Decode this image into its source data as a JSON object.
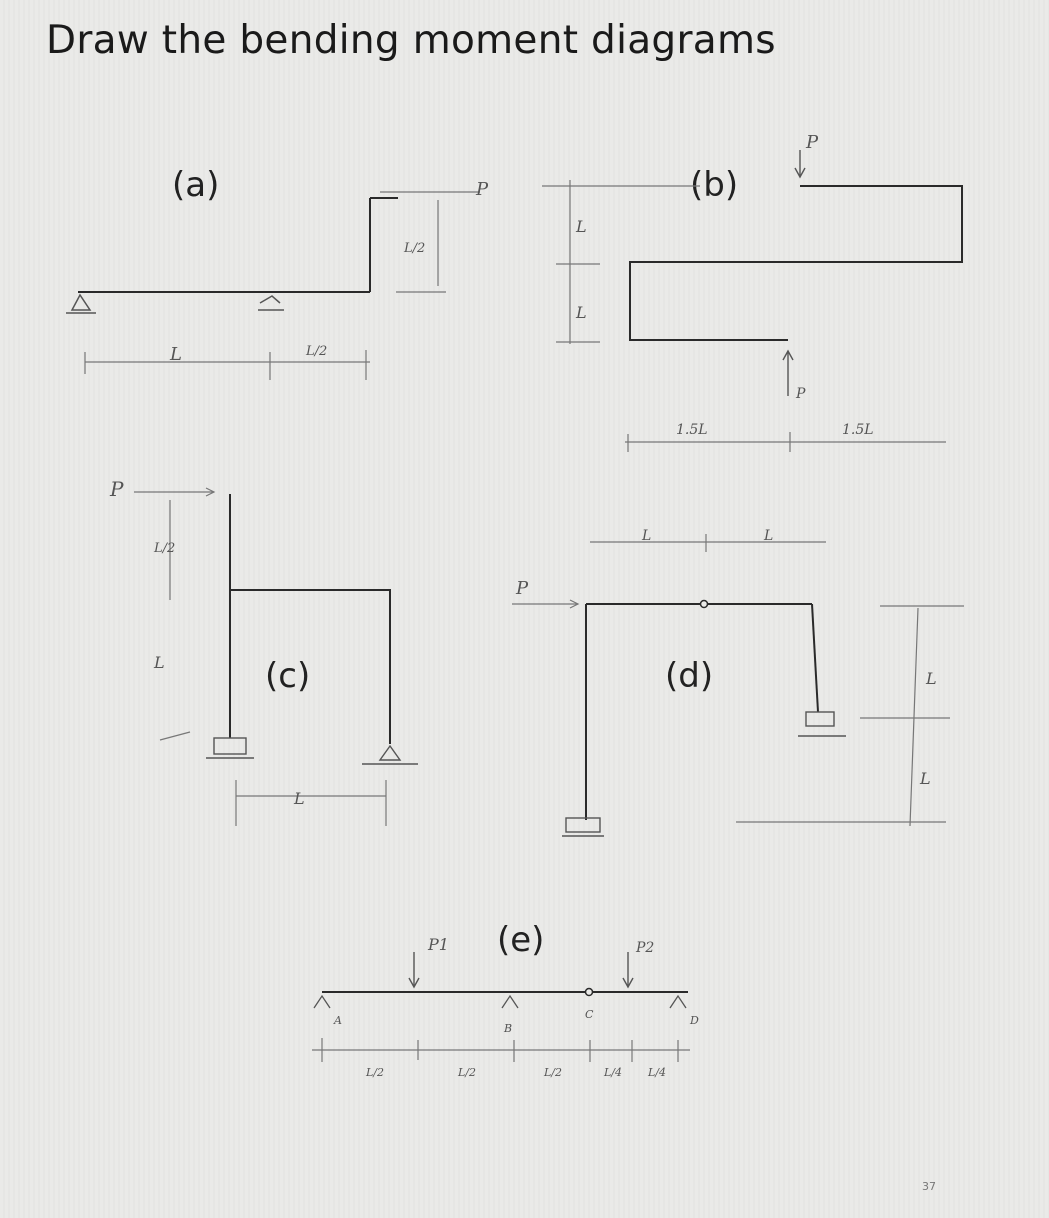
{
  "title": "Draw the bending moment diagrams",
  "panels": [
    {
      "label": "(a)"
    },
    {
      "label": "(b)"
    },
    {
      "label": "(c)"
    },
    {
      "label": "(d)"
    },
    {
      "label": "(e)"
    }
  ],
  "annotations": {
    "a": {
      "load": "P",
      "span": "L",
      "half_span": "L/2",
      "height": "L/2"
    },
    "b": {
      "load_top": "P",
      "load_bottom": "P",
      "height_1": "L",
      "height_2": "L",
      "span_left": "1.5L",
      "span_right": "1.5L"
    },
    "c": {
      "load": "P",
      "height_top": "L/2",
      "height": "L",
      "span": "L"
    },
    "d": {
      "load": "P",
      "span_1": "L",
      "span_2": "L",
      "height_1": "L",
      "height_2": "L"
    },
    "e": {
      "load_1": "P1",
      "load_2": "P2",
      "support_a": "A",
      "support_b": "B",
      "hinge_c": "C",
      "support_d": "D",
      "seg_1": "L/2",
      "seg_2": "L/2",
      "seg_3": "L/2",
      "seg_4": "L/4",
      "seg_5": "L/4"
    }
  },
  "page_number": "37",
  "colors": {
    "line": "#2a2a2a",
    "dim": "#666666",
    "background": "#eaeae8"
  }
}
